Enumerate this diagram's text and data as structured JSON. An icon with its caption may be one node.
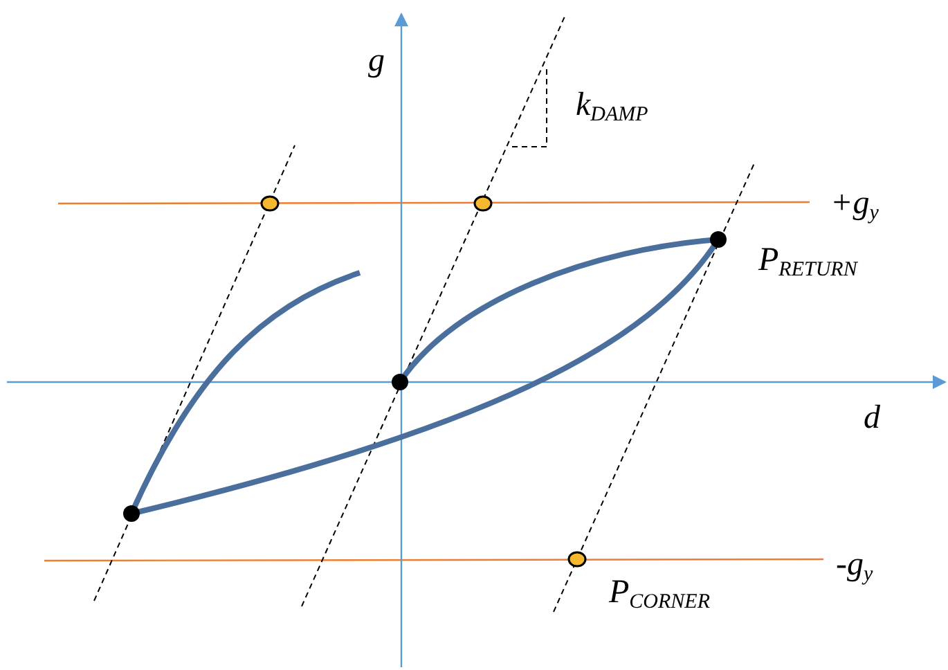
{
  "diagram": {
    "labels": [
      "g",
      "k$_{DAMP}$",
      "+g$_{y}$",
      "P$_{RETURN}$",
      "d",
      "-g$_{y}$",
      "P$_{CORNER}$"
    ]
  }
}
